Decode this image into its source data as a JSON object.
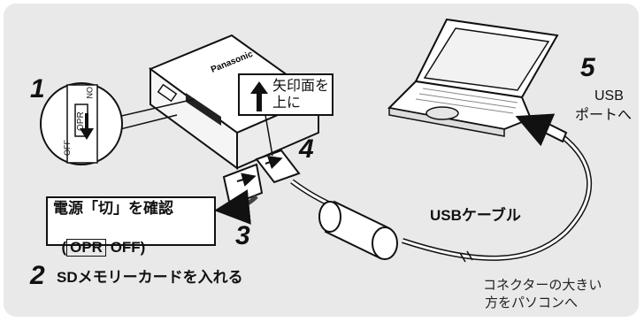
{
  "brand": "Panasonic",
  "switch": {
    "on_label": "ON",
    "opr_label": "OPR",
    "off_label": "OFF"
  },
  "steps": {
    "s1": "1",
    "s2": "2",
    "s3": "3",
    "s4": "4",
    "s5": "5"
  },
  "captions": {
    "power_check_line1": "電源「切」を確認",
    "power_check_open": "(",
    "power_check_key": "OPR",
    "power_check_off": " OFF)",
    "insert_sd": "SDメモリーカードを入れる",
    "arrow_face_line1": "矢印面を",
    "arrow_face_line2": "上に",
    "usb_port_line1": "USB",
    "usb_port_line2": "ポートへ",
    "usb_cable": "USBケーブル",
    "ferrite_line1": "コネクターの大きい",
    "ferrite_line2": "方をパソコンへ"
  },
  "colors": {
    "panel": "#e9e9e9",
    "outline": "#111111",
    "device_top": "#ffffff",
    "device_side": "#f3f3f3",
    "arrow": "#111111"
  }
}
